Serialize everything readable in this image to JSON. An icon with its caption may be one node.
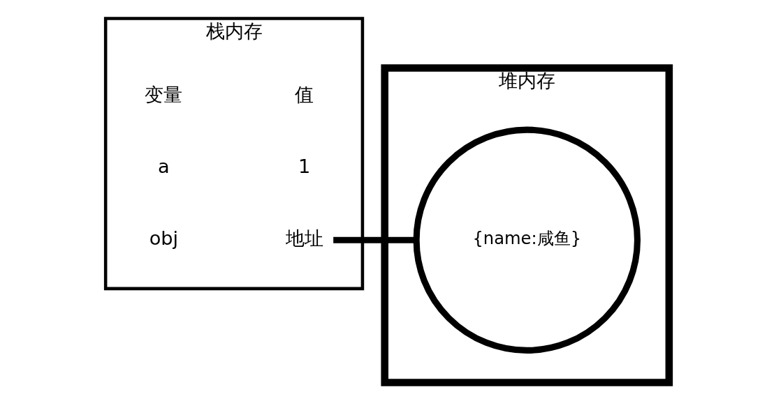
{
  "diagram": {
    "nodes": [
      {
        "text": [
          "栈内存"
        ]
      },
      {
        "text": [
          "地址"
        ],
        "in": 0
      },
      {
        "text": [
          "堆内存"
        ]
      },
      {
        "text": [
          "{name:咸鱼}"
        ],
        "in": 2
      }
    ],
    "edges": [
      {
        "from": 1,
        "to": 3,
        "arrow": "none"
      }
    ],
    "labels": [
      "变量",
      "值",
      "a",
      "1",
      "obj"
    ]
  }
}
